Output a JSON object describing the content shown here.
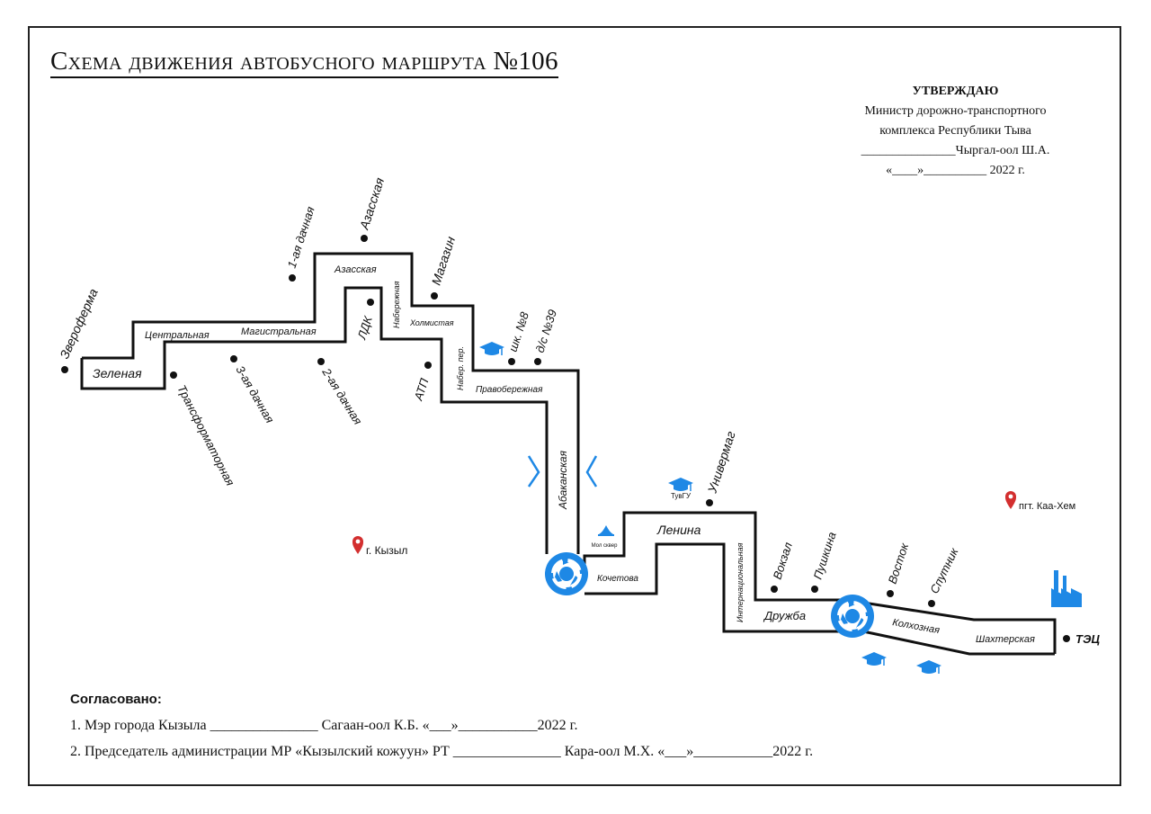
{
  "document": {
    "title": "Схема движения автобусного маршрута №106"
  },
  "approval": {
    "heading": "УТВЕРЖДАЮ",
    "line1": "Министр дорожно-транспортного",
    "line2": "комплекса Республики Тыва",
    "signature": "_______________Чыргал-оол Ш.А.",
    "date": "«____»__________ 2022 г."
  },
  "agreement": {
    "heading": "Согласовано:",
    "line1": "1. Мэр города Кызыла _______________ Сагаан-оол К.Б. «___»___________2022 г.",
    "line2": "2. Председатель администрации МР «Кызылский кожуун» РТ _______________ Кара-оол М.Х. «___»___________2022 г."
  },
  "map": {
    "colors": {
      "route": "#111111",
      "accent": "#1e88e5",
      "pin": "#d32f2f"
    },
    "streets": {
      "zelenaya": "Зеленая",
      "tsentralnaya": "Центральная",
      "magistralnaya": "Магистральная",
      "azasskaya": "Азасская",
      "naberezhnaya": "Набережная",
      "kholmistaya": "Холмистая",
      "naber_per": "Набер. пер.",
      "pravoberezhnaya": "Правобережная",
      "abakanskaya": "Абаканская",
      "kochetova": "Кочетова",
      "lenina": "Ленина",
      "internatsionalnaya": "Интернациональная",
      "druzhba": "Дружба",
      "kolkhoznaya": "Колхозная",
      "shakhterskaya": "Шахтерская"
    },
    "stops": {
      "zveroferma": "Звероферма",
      "transformatornaya": "Трансформаторная",
      "tretya_dachnaya": "3-ая дачная",
      "pervaya_dachnaya": "1-ая дачная",
      "vtoraya_dachnaya": "2-ая дачная",
      "azasskaya": "Азасская",
      "ldk": "ЛДК",
      "atp": "АТП",
      "magazin": "Магазин",
      "shk8": "шк. №8",
      "ds39": "д/с №39",
      "univermag": "Универмаг",
      "vokzal": "Вокзал",
      "pushkina": "Пушкина",
      "vostok": "Восток",
      "sputnik": "Спутник",
      "tets": "ТЭЦ"
    },
    "places": {
      "kyzyl": "г. Кызыл",
      "kaa_khem": "пгт. Каа-Хем",
      "tuvgu": "ТувГУ",
      "mol_skver": "Мол сквер"
    },
    "icons": [
      "roundabout-icon",
      "graduation-cap-icon",
      "factory-icon",
      "map-pin-icon",
      "bridge-icon",
      "fountain-icon"
    ]
  }
}
